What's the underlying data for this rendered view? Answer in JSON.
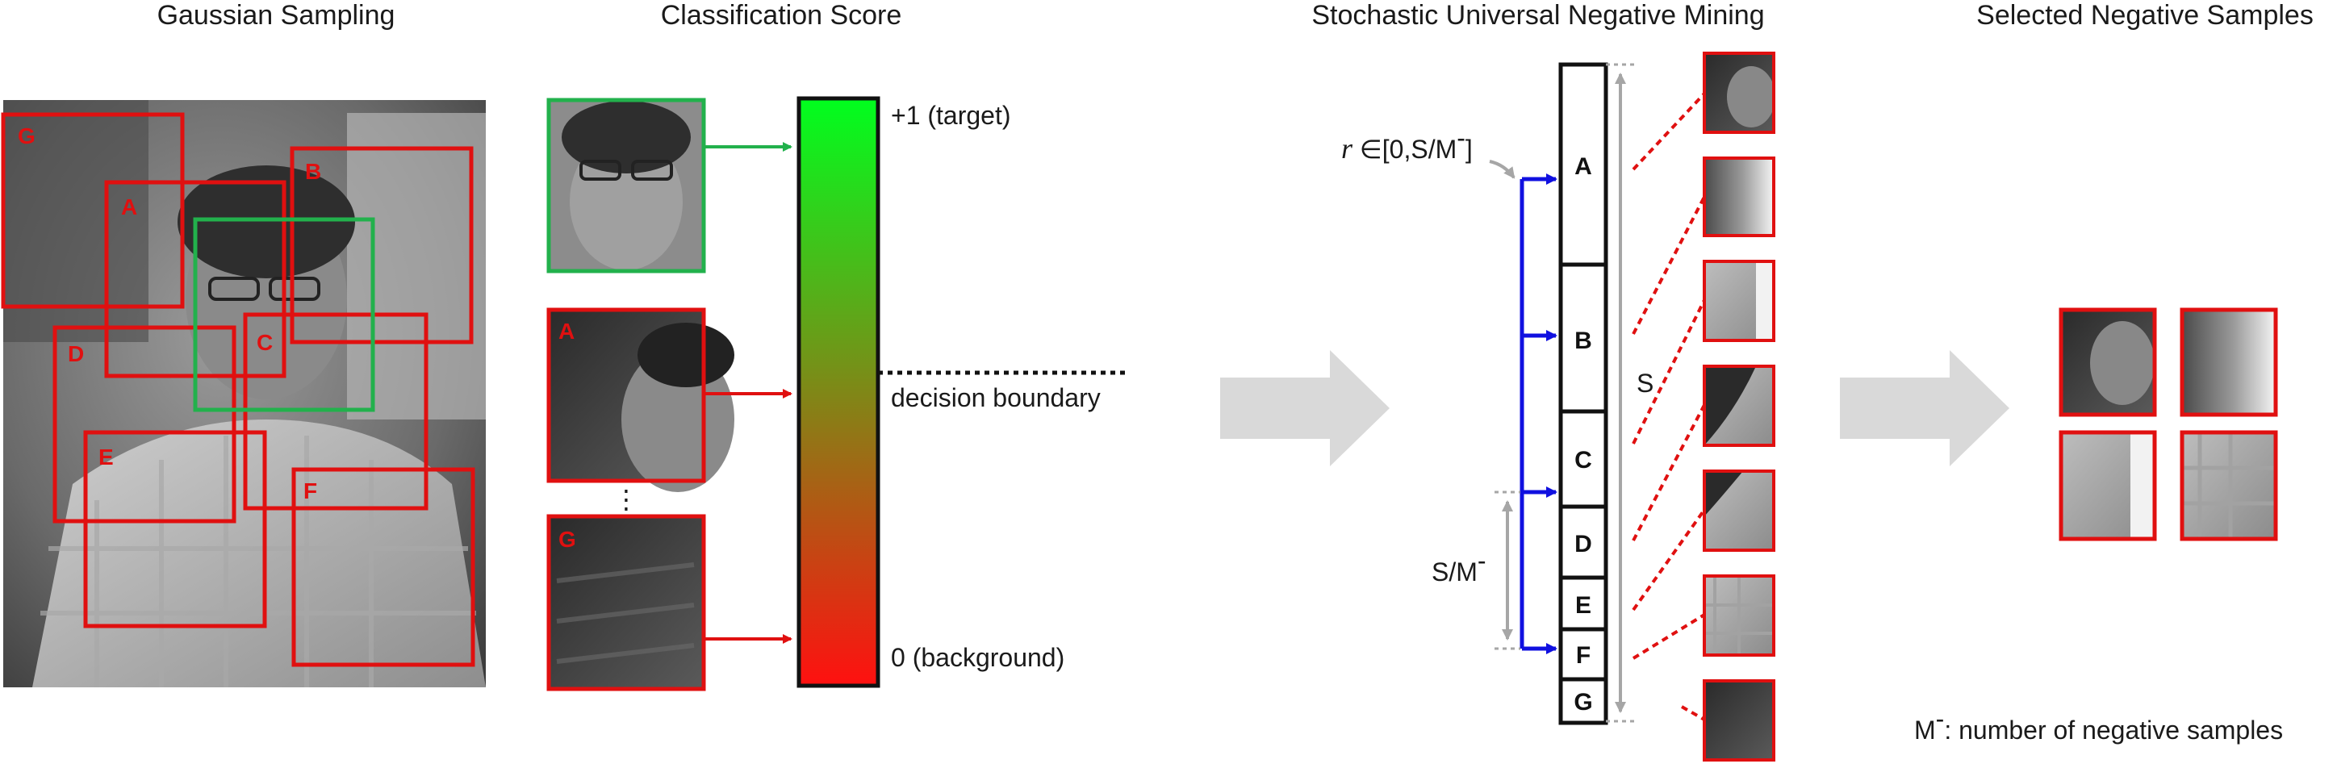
{
  "titles": {
    "gaussian": "Gaussian Sampling",
    "classification": "Classification Score",
    "mining": "Stochastic Universal Negative Mining",
    "selected": "Selected Negative Samples"
  },
  "sample_boxes": [
    {
      "letter": "G",
      "color": "#e01010"
    },
    {
      "letter": "A",
      "color": "#e01010"
    },
    {
      "letter": "B",
      "color": "#e01010"
    },
    {
      "letter": "C",
      "color": "#e01010"
    },
    {
      "letter": "D",
      "color": "#e01010"
    },
    {
      "letter": "E",
      "color": "#e01010"
    },
    {
      "letter": "F",
      "color": "#e01010"
    }
  ],
  "target_box_color": "#22b14c",
  "thumb_labels": {
    "a": "A",
    "g": "G",
    "ellipsis": "⋮"
  },
  "score_bar": {
    "top_label": "+1 (target)",
    "mid_label": "decision boundary",
    "bottom_label": "0 (background)",
    "top_color": "#00ff1e",
    "bottom_color": "#ff1010"
  },
  "mining": {
    "segments": [
      "A",
      "B",
      "C",
      "D",
      "E",
      "F",
      "G"
    ],
    "r_var": "r",
    "r_range": " ∈[0,S/M",
    "r_close": "]",
    "s_label": "S",
    "s_over_m": "S/M",
    "sup_minus": "-",
    "arrow_color": "#1010e0",
    "dim_color": "#a6a6a6"
  },
  "legend": {
    "m": "M",
    "sup_minus": "-",
    "text": ": number of negative samples"
  },
  "colors": {
    "red": "#e01010",
    "green": "#22b14c",
    "big_arrow": "#d9d9d9"
  }
}
